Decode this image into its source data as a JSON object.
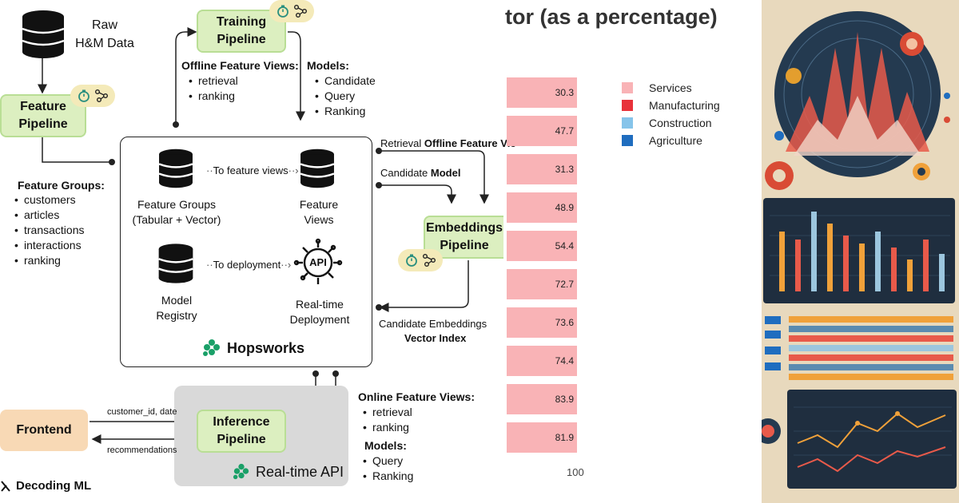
{
  "diagram": {
    "raw_data_label": "Raw\nH&M Data",
    "feature_pipeline": "Feature\nPipeline",
    "training_pipeline": "Training\nPipeline",
    "embeddings_pipeline": "Embeddings\nPipeline",
    "inference_pipeline": "Inference\nPipeline",
    "frontend": "Frontend",
    "offline_fv_title": "Offline Feature Views:",
    "offline_fv_items": [
      "retrieval",
      "ranking"
    ],
    "models_title": "Models:",
    "models_items": [
      "Candidate",
      "Query",
      "Ranking"
    ],
    "feature_groups_title": "Feature Groups:",
    "feature_groups_items": [
      "customers",
      "articles",
      "transactions",
      "interactions",
      "ranking"
    ],
    "hops_feature_groups": "Feature Groups\n(Tabular + Vector)",
    "hops_feature_views": "Feature\nViews",
    "hops_to_feature_views": "To feature views",
    "hops_model_registry": "Model\nRegistry",
    "hops_to_deployment": "To deployment",
    "hops_realtime_deployment": "Real-time\nDeployment",
    "hops_api_icon_text": "API",
    "hopsworks_brand": "Hopsworks",
    "retrieval_offline_prefix": "Retrieval ",
    "retrieval_offline_bold": "Offline Feature Vie",
    "candidate_model_prefix": "Candidate ",
    "candidate_model_bold": "Model",
    "candidate_embeddings": "Candidate Embeddings",
    "vector_index": "Vector Index",
    "customer_id_date": "customer_id, date",
    "recommendations": "recommendations",
    "online_fv_title": "Online Feature Views:",
    "online_fv_items": [
      "retrieval",
      "ranking"
    ],
    "online_models_title": "Models:",
    "online_models_items": [
      "Query",
      "Ranking"
    ],
    "realtime_api": "Real-time API",
    "decoding_ml": "Decoding ML"
  },
  "chart": {
    "title_fragment": "tor (as a percentage)",
    "axis_tick": "100",
    "legend": [
      {
        "label": "Services",
        "color": "#f9b3b6"
      },
      {
        "label": "Manufacturing",
        "color": "#e8323a"
      },
      {
        "label": "Construction",
        "color": "#86c4ea"
      },
      {
        "label": "Agriculture",
        "color": "#1f6dbf"
      }
    ]
  },
  "chart_data": {
    "type": "bar",
    "orientation": "horizontal",
    "title": "tor (as a percentage)",
    "series": [
      {
        "name": "Services",
        "values": [
          30.3,
          47.7,
          31.3,
          48.9,
          54.4,
          72.7,
          73.6,
          74.4,
          83.9,
          81.9
        ]
      }
    ],
    "xlim": [
      0,
      100
    ],
    "legend": [
      "Services",
      "Manufacturing",
      "Construction",
      "Agriculture"
    ],
    "legend_position": "top-right"
  }
}
